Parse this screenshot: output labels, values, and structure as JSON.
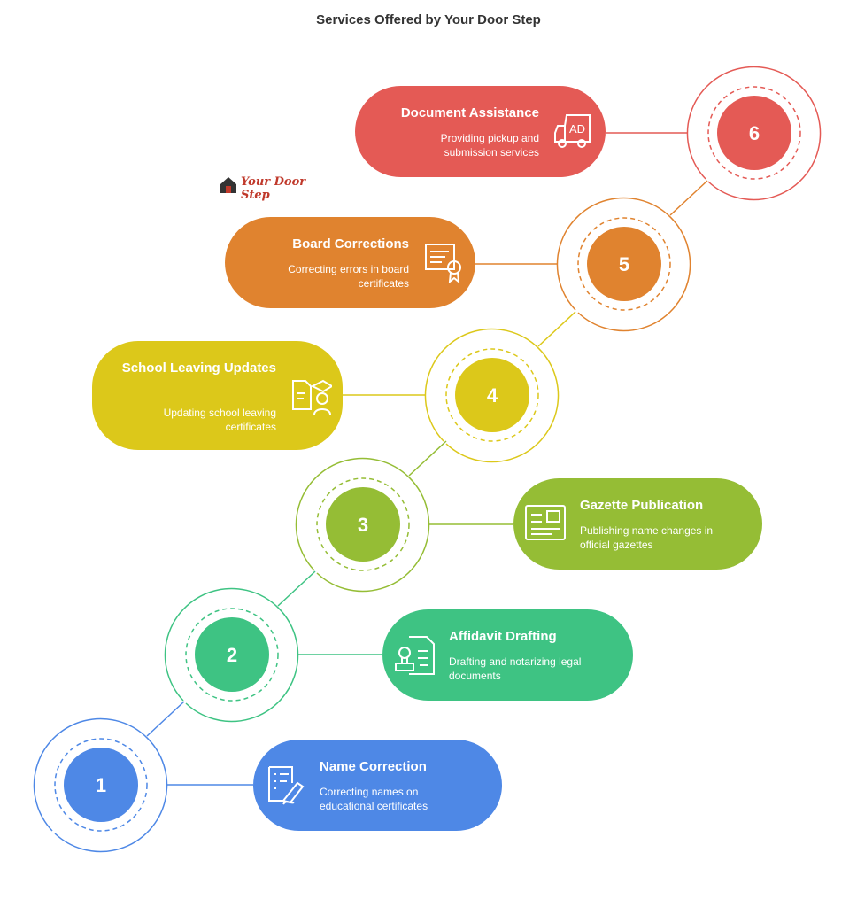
{
  "title": "Services Offered by Your Door Step",
  "logo": {
    "text": "Your Door Step",
    "tagline": ""
  },
  "steps": [
    {
      "number": "1",
      "title": "Name Correction",
      "description": [
        "Correcting names on",
        "educational certificates"
      ],
      "color": "#4e88e6",
      "icon": "writing-hand-document-icon"
    },
    {
      "number": "2",
      "title": "Affidavit Drafting",
      "description": [
        "Drafting and notarizing legal",
        "documents"
      ],
      "color": "#3ec383",
      "icon": "notary-stamp-icon"
    },
    {
      "number": "3",
      "title": "Gazette Publication",
      "description": [
        "Publishing name changes in",
        "official gazettes"
      ],
      "color": "#95bd35",
      "icon": "newspaper-icon"
    },
    {
      "number": "4",
      "title": "School Leaving Updates",
      "description": [
        "Updating school leaving",
        "certificates"
      ],
      "color": "#dcc81a",
      "icon": "graduate-document-icon"
    },
    {
      "number": "5",
      "title": "Board Corrections",
      "description": [
        "Correcting errors in board",
        "certificates"
      ],
      "color": "#e0832f",
      "icon": "certificate-icon"
    },
    {
      "number": "6",
      "title": "Document Assistance",
      "description": [
        "Providing pickup and",
        "submission services"
      ],
      "color": "#e45a55",
      "icon": "delivery-van-icon"
    }
  ]
}
